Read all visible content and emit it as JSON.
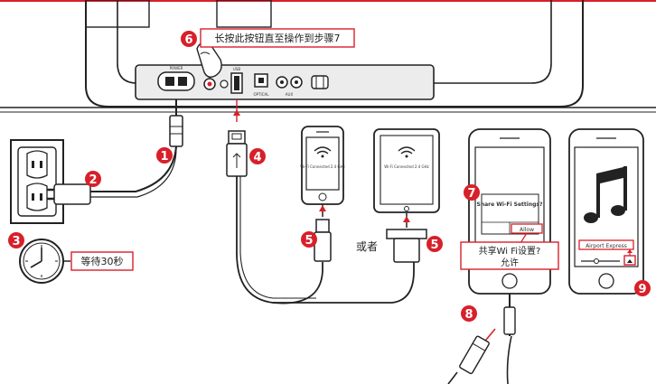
{
  "colors": {
    "accent": "#d8202a",
    "line": "#1a1a1a",
    "panel": "#ececec"
  },
  "steps": {
    "s1": "1",
    "s2": "2",
    "s3": "3",
    "s4": "4",
    "s5": "5",
    "s6": "6",
    "s7": "7",
    "s8": "8",
    "s9": "9"
  },
  "callouts": {
    "hold_button": "长按此按钮直至操作到步骤7",
    "wait_30s": "等待30秒",
    "or": "或者",
    "share_wifi_question": "共享Wi Fi设置?",
    "allow": "允许"
  },
  "device_screens": {
    "wifi_connected": "Wi-Fi Connected 2.4 GHz",
    "share_wifi_settings": "Share Wi-Fi Settings?",
    "allow_button": "Allow",
    "airplay_label": "Airport Express"
  },
  "port_labels": {
    "power": "POWER",
    "usb": "USB",
    "optical": "OPTICAL",
    "aux": "AUX"
  },
  "icons": {
    "clock": "clock-icon",
    "wifi": "wifi-icon",
    "music": "music-note-icon",
    "usb": "usb-icon",
    "airplay": "airplay-icon"
  }
}
